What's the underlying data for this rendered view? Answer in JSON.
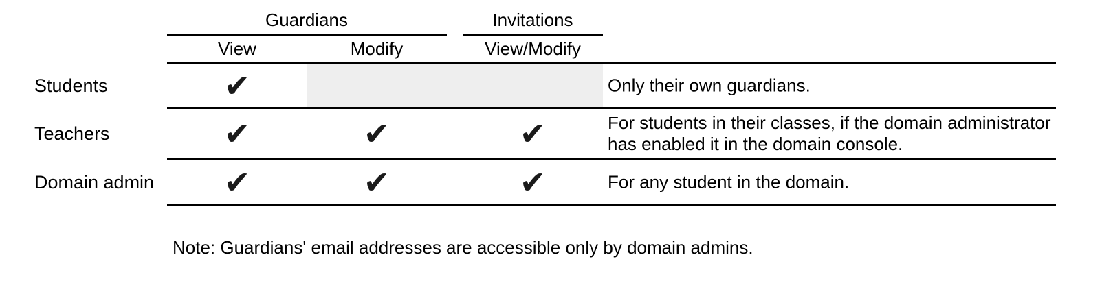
{
  "table": {
    "column_groups": [
      {
        "label": "Guardians",
        "columns": [
          "View",
          "Modify"
        ]
      },
      {
        "label": "Invitations",
        "columns": [
          "View/Modify"
        ]
      }
    ],
    "rows": [
      {
        "label": "Students",
        "checks": {
          "view": "✔",
          "modify": "",
          "view_modify": ""
        },
        "no_access_shading": true,
        "note": "Only their own guardians."
      },
      {
        "label": "Teachers",
        "checks": {
          "view": "✔",
          "modify": "✔",
          "view_modify": "✔"
        },
        "no_access_shading": false,
        "note": "For students in their classes, if the domain administrator has enabled it in the domain console."
      },
      {
        "label": "Domain admin",
        "checks": {
          "view": "✔",
          "modify": "✔",
          "view_modify": "✔"
        },
        "no_access_shading": false,
        "note": "For any student in the domain."
      }
    ],
    "check_symbol": "✔"
  },
  "footnote": "Note: Guardians' email addresses are accessible only by domain admins.",
  "colors": {
    "text": "#000000",
    "rule": "#000000",
    "shaded_cell": "#eeeeee",
    "check": "#1a1a1a"
  }
}
